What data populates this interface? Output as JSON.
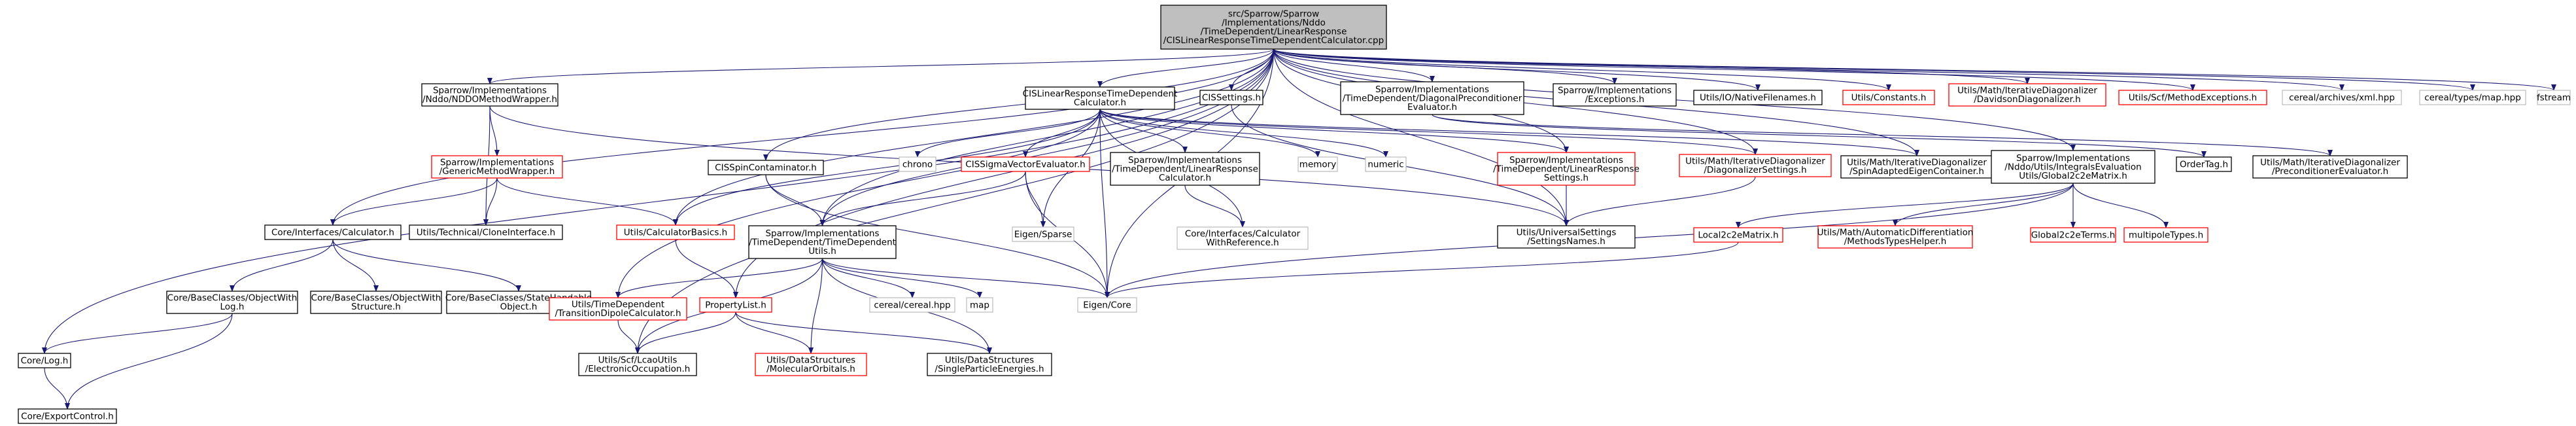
{
  "colors": {
    "edge": "#191970",
    "root_fill": "#bfbfbf",
    "root_border": "#000000",
    "ok_border": "#000000",
    "missing_border": "#ff0000",
    "external_border": "#bfbfbf",
    "node_fill": "#ffffff",
    "text": "#000000"
  },
  "nodes": [
    {
      "id": "root",
      "lines": [
        "src/Sparrow/Sparrow",
        "/Implementations/Nddo",
        "/TimeDependent/LinearResponse",
        "/CISLinearResponseTimeDependentCalculator.cpp"
      ],
      "style": "root"
    },
    {
      "id": "nddo_wrapper",
      "lines": [
        "Sparrow/Implementations",
        "/Nddo/NDDOMethodWrapper.h"
      ],
      "style": "ok"
    },
    {
      "id": "cis_calc_h",
      "lines": [
        "CISLinearResponseTimeDependent",
        "Calculator.h"
      ],
      "style": "ok"
    },
    {
      "id": "cis_settings",
      "lines": [
        "CISSettings.h"
      ],
      "style": "ok"
    },
    {
      "id": "diag_precond",
      "lines": [
        "Sparrow/Implementations",
        "/TimeDependent/DiagonalPreconditioner",
        "Evaluator.h"
      ],
      "style": "ok"
    },
    {
      "id": "exceptions",
      "lines": [
        "Sparrow/Implementations",
        "/Exceptions.h"
      ],
      "style": "ok"
    },
    {
      "id": "native_filenames",
      "lines": [
        "Utils/IO/NativeFilenames.h"
      ],
      "style": "ok"
    },
    {
      "id": "constants",
      "lines": [
        "Utils/Constants.h"
      ],
      "style": "missing"
    },
    {
      "id": "davidson",
      "lines": [
        "Utils/Math/IterativeDiagonalizer",
        "/DavidsonDiagonalizer.h"
      ],
      "style": "missing"
    },
    {
      "id": "scf_exceptions",
      "lines": [
        "Utils/Scf/MethodExceptions.h"
      ],
      "style": "missing"
    },
    {
      "id": "cereal_xml",
      "lines": [
        "cereal/archives/xml.hpp"
      ],
      "style": "external"
    },
    {
      "id": "cereal_map",
      "lines": [
        "cereal/types/map.hpp"
      ],
      "style": "external"
    },
    {
      "id": "fstream",
      "lines": [
        "fstream"
      ],
      "style": "external"
    },
    {
      "id": "generic_wrapper",
      "lines": [
        "Sparrow/Implementations",
        "/GenericMethodWrapper.h"
      ],
      "style": "missing"
    },
    {
      "id": "chrono",
      "lines": [
        "chrono"
      ],
      "style": "external"
    },
    {
      "id": "sigma_vector",
      "lines": [
        "CISSigmaVectorEvaluator.h"
      ],
      "style": "missing"
    },
    {
      "id": "lr_calculator",
      "lines": [
        "Sparrow/Implementations",
        "/TimeDependent/LinearResponse",
        "Calculator.h"
      ],
      "style": "ok"
    },
    {
      "id": "memory",
      "lines": [
        "memory"
      ],
      "style": "external"
    },
    {
      "id": "numeric",
      "lines": [
        "numeric"
      ],
      "style": "external"
    },
    {
      "id": "lr_settings",
      "lines": [
        "Sparrow/Implementations",
        "/TimeDependent/LinearResponse",
        "Settings.h"
      ],
      "style": "missing"
    },
    {
      "id": "diag_settings",
      "lines": [
        "Utils/Math/IterativeDiagonalizer",
        "/DiagonalizerSettings.h"
      ],
      "style": "missing"
    },
    {
      "id": "spin_adapted",
      "lines": [
        "Utils/Math/IterativeDiagonalizer",
        "/SpinAdaptedEigenContainer.h"
      ],
      "style": "ok"
    },
    {
      "id": "global2c2e",
      "lines": [
        "Sparrow/Implementations",
        "/Nddo/Utils/IntegralsEvaluation",
        "Utils/Global2c2eMatrix.h"
      ],
      "style": "ok"
    },
    {
      "id": "ordertag",
      "lines": [
        "OrderTag.h"
      ],
      "style": "ok"
    },
    {
      "id": "precond_eval",
      "lines": [
        "Utils/Math/IterativeDiagonalizer",
        "/PreconditionerEvaluator.h"
      ],
      "style": "ok"
    },
    {
      "id": "calculator_h",
      "lines": [
        "Core/Interfaces/Calculator.h"
      ],
      "style": "ok"
    },
    {
      "id": "clone_iface",
      "lines": [
        "Utils/Technical/CloneInterface.h"
      ],
      "style": "ok"
    },
    {
      "id": "calc_basics",
      "lines": [
        "Utils/CalculatorBasics.h"
      ],
      "style": "missing"
    },
    {
      "id": "spin_contam",
      "lines": [
        "CISSpinContaminator.h"
      ],
      "style": "ok"
    },
    {
      "id": "td_utils",
      "lines": [
        "Sparrow/Implementations",
        "/TimeDependent/TimeDependent",
        "Utils.h"
      ],
      "style": "ok"
    },
    {
      "id": "eigen_sparse",
      "lines": [
        "Eigen/Sparse"
      ],
      "style": "external"
    },
    {
      "id": "calc_withref",
      "lines": [
        "Core/Interfaces/Calculator",
        "WithReference.h"
      ],
      "style": "external"
    },
    {
      "id": "universal_settings",
      "lines": [
        "Utils/UniversalSettings",
        "/SettingsNames.h"
      ],
      "style": "ok"
    },
    {
      "id": "local2c2e",
      "lines": [
        "Local2c2eMatrix.h"
      ],
      "style": "missing"
    },
    {
      "id": "autodiff",
      "lines": [
        "Utils/Math/AutomaticDifferentiation",
        "/MethodsTypesHelper.h"
      ],
      "style": "missing"
    },
    {
      "id": "global2c2eterms",
      "lines": [
        "Global2c2eTerms.h"
      ],
      "style": "missing"
    },
    {
      "id": "multipole",
      "lines": [
        "multipoleTypes.h"
      ],
      "style": "missing"
    },
    {
      "id": "objwithlog",
      "lines": [
        "Core/BaseClasses/ObjectWith",
        "Log.h"
      ],
      "style": "ok"
    },
    {
      "id": "objwithstructure",
      "lines": [
        "Core/BaseClasses/ObjectWith",
        "Structure.h"
      ],
      "style": "ok"
    },
    {
      "id": "statehandable",
      "lines": [
        "Core/BaseClasses/StateHandable",
        "Object.h"
      ],
      "style": "ok"
    },
    {
      "id": "transition_dipole",
      "lines": [
        "Utils/TimeDependent",
        "/TransitionDipoleCalculator.h"
      ],
      "style": "missing"
    },
    {
      "id": "propertylist",
      "lines": [
        "PropertyList.h"
      ],
      "style": "missing"
    },
    {
      "id": "cereal_hpp",
      "lines": [
        "cereal/cereal.hpp"
      ],
      "style": "external"
    },
    {
      "id": "map",
      "lines": [
        "map"
      ],
      "style": "external"
    },
    {
      "id": "eigen_core",
      "lines": [
        "Eigen/Core"
      ],
      "style": "external"
    },
    {
      "id": "core_log",
      "lines": [
        "Core/Log.h"
      ],
      "style": "ok"
    },
    {
      "id": "lcao_utils",
      "lines": [
        "Utils/Scf/LcaoUtils",
        "/ElectronicOccupation.h"
      ],
      "style": "ok"
    },
    {
      "id": "mol_orbitals",
      "lines": [
        "Utils/DataStructures",
        "/MolecularOrbitals.h"
      ],
      "style": "missing"
    },
    {
      "id": "single_particle",
      "lines": [
        "Utils/DataStructures",
        "/SingleParticleEnergies.h"
      ],
      "style": "ok"
    },
    {
      "id": "export_control",
      "lines": [
        "Core/ExportControl.h"
      ],
      "style": "ok"
    }
  ],
  "edges": [
    [
      "root",
      "nddo_wrapper"
    ],
    [
      "root",
      "cis_calc_h"
    ],
    [
      "root",
      "cis_settings"
    ],
    [
      "root",
      "diag_precond"
    ],
    [
      "root",
      "exceptions"
    ],
    [
      "root",
      "native_filenames"
    ],
    [
      "root",
      "constants"
    ],
    [
      "root",
      "davidson"
    ],
    [
      "root",
      "scf_exceptions"
    ],
    [
      "root",
      "cereal_xml"
    ],
    [
      "root",
      "cereal_map"
    ],
    [
      "root",
      "fstream"
    ],
    [
      "root",
      "calculator_h"
    ],
    [
      "root",
      "core_log"
    ],
    [
      "root",
      "lcao_utils"
    ],
    [
      "root",
      "spin_contam"
    ],
    [
      "root",
      "td_utils"
    ],
    [
      "root",
      "propertylist"
    ],
    [
      "root",
      "transition_dipole"
    ],
    [
      "root",
      "calc_basics"
    ],
    [
      "root",
      "lr_settings"
    ],
    [
      "root",
      "global2c2e"
    ],
    [
      "root",
      "spin_adapted"
    ],
    [
      "root",
      "diag_settings"
    ],
    [
      "root",
      "eigen_core"
    ],
    [
      "root",
      "universal_settings"
    ],
    [
      "nddo_wrapper",
      "generic_wrapper"
    ],
    [
      "nddo_wrapper",
      "clone_iface"
    ],
    [
      "nddo_wrapper",
      "universal_settings"
    ],
    [
      "generic_wrapper",
      "calculator_h"
    ],
    [
      "generic_wrapper",
      "clone_iface"
    ],
    [
      "generic_wrapper",
      "calc_basics"
    ],
    [
      "cis_calc_h",
      "chrono"
    ],
    [
      "cis_calc_h",
      "sigma_vector"
    ],
    [
      "cis_calc_h",
      "lr_calculator"
    ],
    [
      "cis_calc_h",
      "memory"
    ],
    [
      "cis_calc_h",
      "numeric"
    ],
    [
      "cis_calc_h",
      "lr_settings"
    ],
    [
      "cis_calc_h",
      "diag_settings"
    ],
    [
      "cis_calc_h",
      "spin_adapted"
    ],
    [
      "cis_calc_h",
      "eigen_sparse"
    ],
    [
      "cis_calc_h",
      "calc_withref"
    ],
    [
      "cis_calc_h",
      "td_utils"
    ],
    [
      "cis_calc_h",
      "eigen_core"
    ],
    [
      "cis_calc_h",
      "calc_basics"
    ],
    [
      "cis_settings",
      "universal_settings"
    ],
    [
      "diag_precond",
      "precond_eval"
    ],
    [
      "diag_precond",
      "ordertag"
    ],
    [
      "sigma_vector",
      "td_utils"
    ],
    [
      "sigma_vector",
      "eigen_sparse"
    ],
    [
      "sigma_vector",
      "eigen_core"
    ],
    [
      "lr_calculator",
      "calc_withref"
    ],
    [
      "lr_settings",
      "universal_settings"
    ],
    [
      "diag_settings",
      "universal_settings"
    ],
    [
      "global2c2e",
      "local2c2e"
    ],
    [
      "global2c2e",
      "autodiff"
    ],
    [
      "global2c2e",
      "global2c2eterms"
    ],
    [
      "global2c2e",
      "multipole"
    ],
    [
      "global2c2e",
      "eigen_core"
    ],
    [
      "local2c2e",
      "eigen_core"
    ],
    [
      "calculator_h",
      "objwithlog"
    ],
    [
      "calculator_h",
      "objwithstructure"
    ],
    [
      "calculator_h",
      "statehandable"
    ],
    [
      "calc_basics",
      "propertylist"
    ],
    [
      "spin_contam",
      "td_utils"
    ],
    [
      "spin_contam",
      "eigen_core"
    ],
    [
      "td_utils",
      "transition_dipole"
    ],
    [
      "td_utils",
      "lcao_utils"
    ],
    [
      "td_utils",
      "mol_orbitals"
    ],
    [
      "td_utils",
      "single_particle"
    ],
    [
      "td_utils",
      "cereal_hpp"
    ],
    [
      "td_utils",
      "map"
    ],
    [
      "td_utils",
      "eigen_core"
    ],
    [
      "transition_dipole",
      "lcao_utils"
    ],
    [
      "propertylist",
      "lcao_utils"
    ],
    [
      "propertylist",
      "mol_orbitals"
    ],
    [
      "propertylist",
      "single_particle"
    ],
    [
      "objwithlog",
      "core_log"
    ],
    [
      "objwithlog",
      "export_control"
    ],
    [
      "core_log",
      "export_control"
    ]
  ]
}
